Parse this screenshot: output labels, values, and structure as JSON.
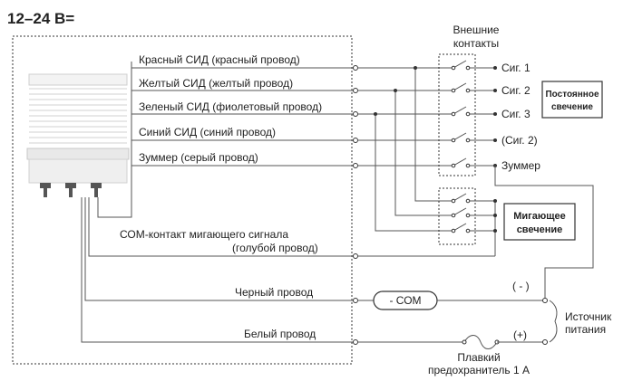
{
  "header": {
    "voltage_title": "12–24 В="
  },
  "external_contacts_label": [
    "Внешние",
    "контакты"
  ],
  "wires": {
    "red": "Красный СИД (красный провод)",
    "yellow": "Желтый СИД (желтый провод)",
    "green": "Зеленый СИД (фиолетовый провод)",
    "blue": "Синий СИД (синий провод)",
    "buzzer": "Зуммер (серый провод)",
    "com_flash_line1": "СОМ-контакт мигающего сигнала",
    "com_flash_line2": "(голубой провод)",
    "black": "Черный провод",
    "white": "Белый провод"
  },
  "outputs": {
    "sig1": "Сиг. 1",
    "sig2": "Сиг. 2",
    "sig3": "Сиг. 3",
    "sig2_paren": "(Сиг. 2)",
    "buzzer": "Зуммер"
  },
  "steady_box": [
    "Постоянное",
    "свечение"
  ],
  "flash_box": [
    "Мигающее",
    "свечение"
  ],
  "com_label": "- СОМ",
  "minus": "( - )",
  "plus": "(+)",
  "power_source": [
    "Источник",
    "питания"
  ],
  "fuse_label": [
    "Плавкий",
    "предохранитель 1 А"
  ]
}
